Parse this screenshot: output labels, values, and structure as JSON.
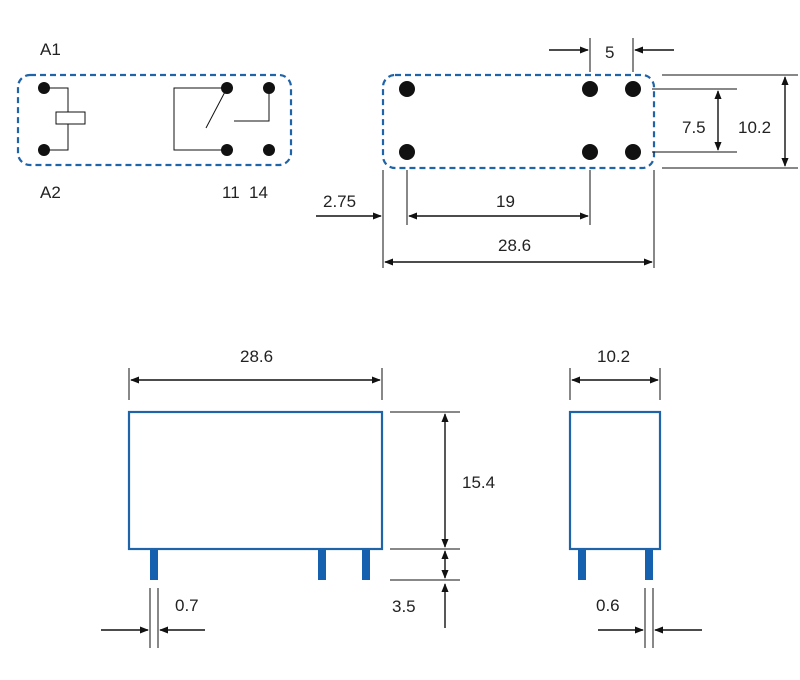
{
  "terminals": {
    "a1": "A1",
    "a2": "A2",
    "t11": "11",
    "t14": "14"
  },
  "top_view": {
    "pin_pitch": "5",
    "row_spacing": "7.5",
    "width": "10.2",
    "edge_offset": "2.75",
    "coil_to_contact": "19",
    "length": "28.6"
  },
  "front_view": {
    "length": "28.6",
    "height": "15.4",
    "pin_length": "3.5",
    "pin_width": "0.7"
  },
  "side_view": {
    "width": "10.2",
    "pin_width": "0.6"
  },
  "colors": {
    "outline_blue": "#1f63a8",
    "pin_blue": "#1561b0",
    "ink": "#111111"
  }
}
